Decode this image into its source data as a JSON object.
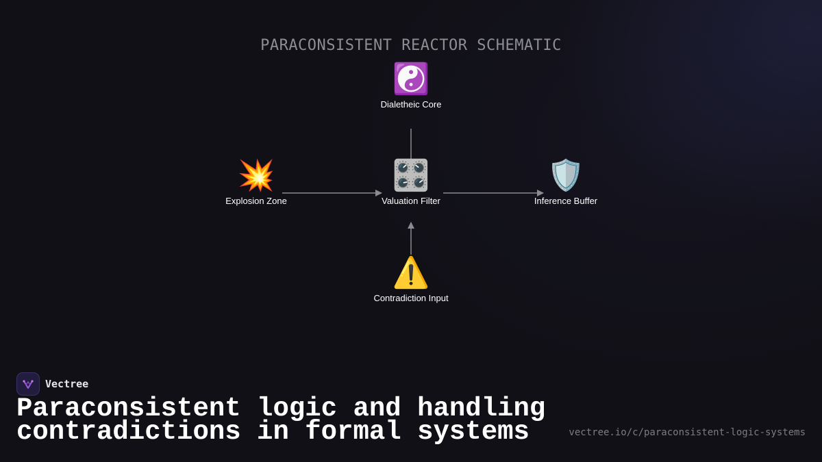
{
  "diagram": {
    "title": "PARACONSISTENT REACTOR SCHEMATIC",
    "nodes": [
      {
        "id": "core",
        "label": "Dialetheic Core",
        "icon": "yin-yang-icon",
        "glyph": "☯️"
      },
      {
        "id": "explosion",
        "label": "Explosion Zone",
        "icon": "collision-icon",
        "glyph": "💥"
      },
      {
        "id": "filter",
        "label": "Valuation Filter",
        "icon": "control-knobs-icon",
        "glyph": "🎛️"
      },
      {
        "id": "buffer",
        "label": "Inference Buffer",
        "icon": "shield-icon",
        "glyph": "🛡️"
      },
      {
        "id": "input",
        "label": "Contradiction Input",
        "icon": "warning-icon",
        "glyph": "⚠️"
      }
    ],
    "edges": [
      {
        "from": "core",
        "to": "filter",
        "arrow": false
      },
      {
        "from": "explosion",
        "to": "filter",
        "arrow": true
      },
      {
        "from": "filter",
        "to": "buffer",
        "arrow": true
      },
      {
        "from": "input",
        "to": "filter",
        "arrow": true
      }
    ]
  },
  "brand": {
    "name": "Vectree",
    "logo_icon": "vectree-logo-icon"
  },
  "headline": "Paraconsistent logic and handling contradictions in formal systems",
  "footer": {
    "url": "vectree.io/c/paraconsistent-logic-systems"
  },
  "colors": {
    "background": "#111016",
    "edge": "#8a8a8f",
    "title": "#8d8d92",
    "logo_bg": "#221d3f",
    "logo_accent": "#a05ad8"
  }
}
